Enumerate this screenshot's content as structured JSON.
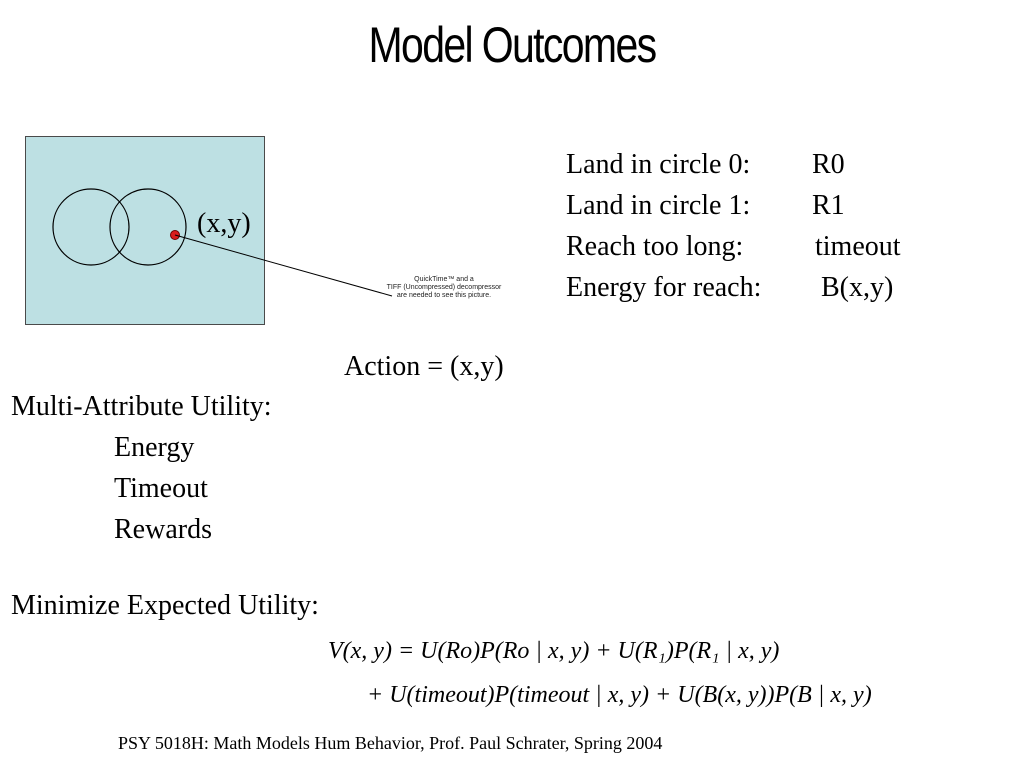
{
  "slide": {
    "title": "Model Outcomes",
    "point_label": "(x,y)",
    "quicktime_note": [
      "QuickTime™ and a",
      "TIFF (Uncompressed) decompressor",
      "are needed to see this picture."
    ],
    "outcomes": [
      {
        "label": "Land in circle 0:",
        "value": "R0"
      },
      {
        "label": "Land in circle 1:",
        "value": "R1"
      },
      {
        "label": "Reach too long:",
        "value": "timeout"
      },
      {
        "label": "Energy for reach:",
        "value": "B(x,y)"
      }
    ],
    "action": "Action = (x,y)",
    "multi_attribute": {
      "heading": "Multi-Attribute Utility:",
      "items": [
        "Energy",
        "Timeout",
        "Rewards"
      ]
    },
    "minimize_heading": "Minimize Expected Utility:",
    "equation": {
      "line1": "V(x, y) = U(Ro)P(Ro | x, y) + U(R₁)P(R₁ | x, y)",
      "line2": "+ U(timeout)P(timeout | x, y) + U(B(x, y))P(B | x, y)"
    },
    "footer": "PSY 5018H: Math Models Hum Behavior, Prof. Paul Schrater, Spring 2004",
    "colors": {
      "panel_background": "#bde0e3",
      "target_point": "#d91c1c"
    }
  }
}
